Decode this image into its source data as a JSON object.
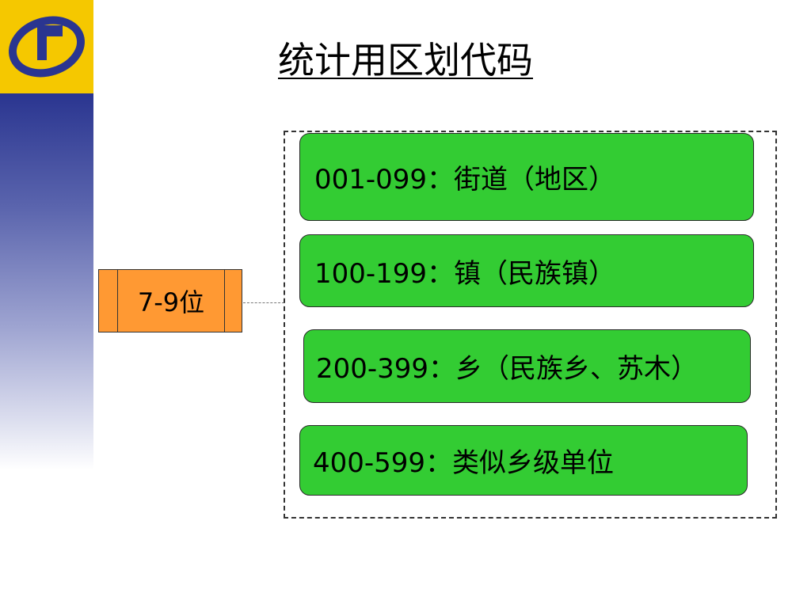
{
  "title": "统计用区划代码",
  "position_label": "7-9位",
  "code_ranges": [
    {
      "text": "001-099：街道（地区）"
    },
    {
      "text": "100-199：镇（民族镇）"
    },
    {
      "text": "200-399：乡（民族乡、苏木）"
    },
    {
      "text": "400-599：类似乡级单位"
    }
  ],
  "colors": {
    "code_box_fill": "#33cc33",
    "position_box_fill": "#ff9933",
    "logo_background": "#f5c800",
    "logo_mark": "#2a3590",
    "side_band_top": "#2a3590"
  },
  "icons": {
    "logo": "stats-bureau-logo-icon"
  }
}
